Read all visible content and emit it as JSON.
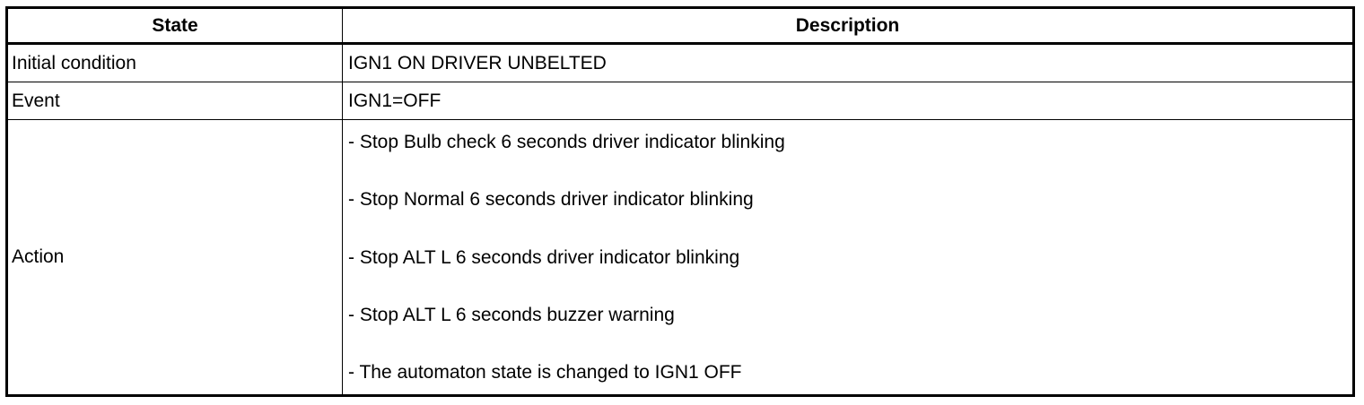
{
  "table": {
    "headers": {
      "state": "State",
      "description": "Description"
    },
    "rows": [
      {
        "state": "Initial condition",
        "description": "IGN1 ON DRIVER UNBELTED"
      },
      {
        "state": "Event",
        "description": "IGN1=OFF"
      },
      {
        "state": "Action",
        "actions": [
          "- Stop Bulb check 6 seconds driver indicator blinking",
          "- Stop Normal 6 seconds driver indicator blinking",
          "- Stop ALT L 6 seconds driver indicator blinking",
          "- Stop ALT L 6 seconds buzzer warning",
          "- The automaton state is changed to IGN1 OFF"
        ]
      }
    ]
  }
}
